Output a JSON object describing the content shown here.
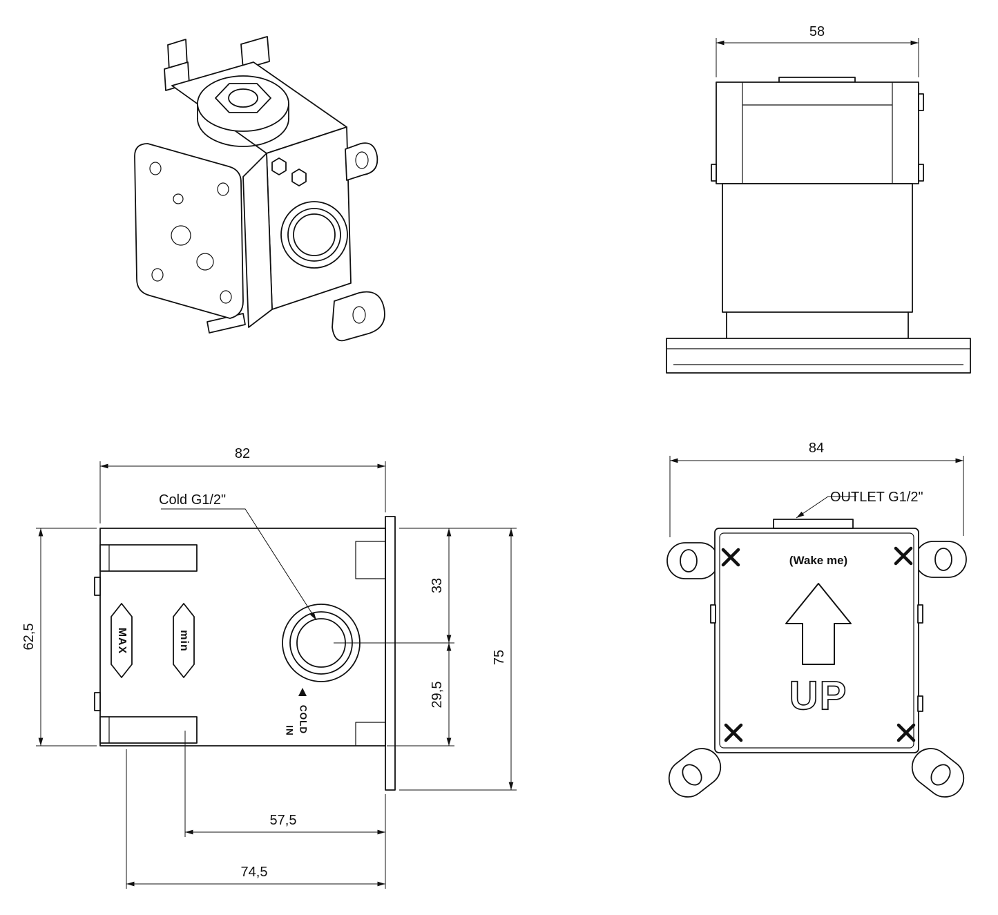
{
  "drawing": {
    "background": "#ffffff",
    "line_color": "#111111"
  },
  "views": {
    "side": {
      "width": "58"
    },
    "front_side": {
      "width": "82",
      "height": "62,5",
      "inlet_from_top": "33",
      "inlet_from_bottom": "29,5",
      "total_height": "75",
      "inlet_offset": "57,5",
      "body_offset": "74,5",
      "cold_label": "Cold G1/2\"",
      "max_label": "MAX",
      "min_label": "min",
      "cold_emboss": "COLD",
      "in_emboss": "IN"
    },
    "front": {
      "width": "84",
      "outlet_label": "OUTLET G1/2\"",
      "brand_label": "(Wake me)",
      "up_label": "UP"
    }
  }
}
